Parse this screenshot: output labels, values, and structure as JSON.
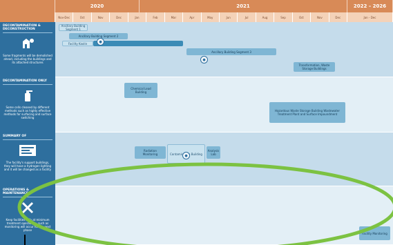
{
  "timeline": {
    "years": [
      {
        "label": "2020",
        "span": 4
      },
      {
        "label": "2021",
        "span": 12
      },
      {
        "label": "2022 – 2026",
        "span": 1
      }
    ],
    "months": [
      "Nov-Dec",
      "Oct",
      "Nov",
      "Dec",
      "Jan",
      "Feb",
      "Mar",
      "Apr",
      "May",
      "Jun",
      "Jul",
      "Aug",
      "Sep",
      "Oct",
      "Nov",
      "Dec",
      "Jan - Dec"
    ]
  },
  "rows": [
    {
      "title": "Decontamination & Deconstruction",
      "description": "Some fragments will be demolished ahead, including the buildings and its attached structures",
      "icon": "building-demolition-icon"
    },
    {
      "title": "Decontamination only",
      "description": "Some cells cleaned by different methods such as highly effective methods for surfacing and surface switching",
      "icon": "spray-bottle-icon"
    },
    {
      "title": "Summary of",
      "description": "The facility's support buildings, they will have a hydrogen lighting and it will be changed as a facility",
      "icon": "document-list-icon"
    },
    {
      "title": "Operations & Maintenance",
      "description": "Keep facilities safe at minimum treatment operations, such as monitoring will occur for the next phase",
      "icon": "tools-icon"
    }
  ],
  "bars": {
    "row1": [
      {
        "label": "Ancillary Building Segment 1"
      },
      {
        "label": "Ancillary Building Segment 2"
      },
      {
        "label": "Facility Kaolin"
      },
      {
        "label": "Ancillary Building Segment 3"
      },
      {
        "label": "Transformation, Waste Storage Buildings"
      }
    ],
    "row2": [
      {
        "label": "Chemical Lead Building"
      },
      {
        "label": "Hazardous Waste Storage Building Wastewater Treatment Plant and Surface Impoundment"
      }
    ],
    "row3": [
      {
        "label": "Radiation Monitoring"
      },
      {
        "label": "Contamination Building"
      },
      {
        "label": "Analysis Lab"
      }
    ],
    "row4": [
      {
        "label": "Facility Monitoring"
      }
    ]
  }
}
